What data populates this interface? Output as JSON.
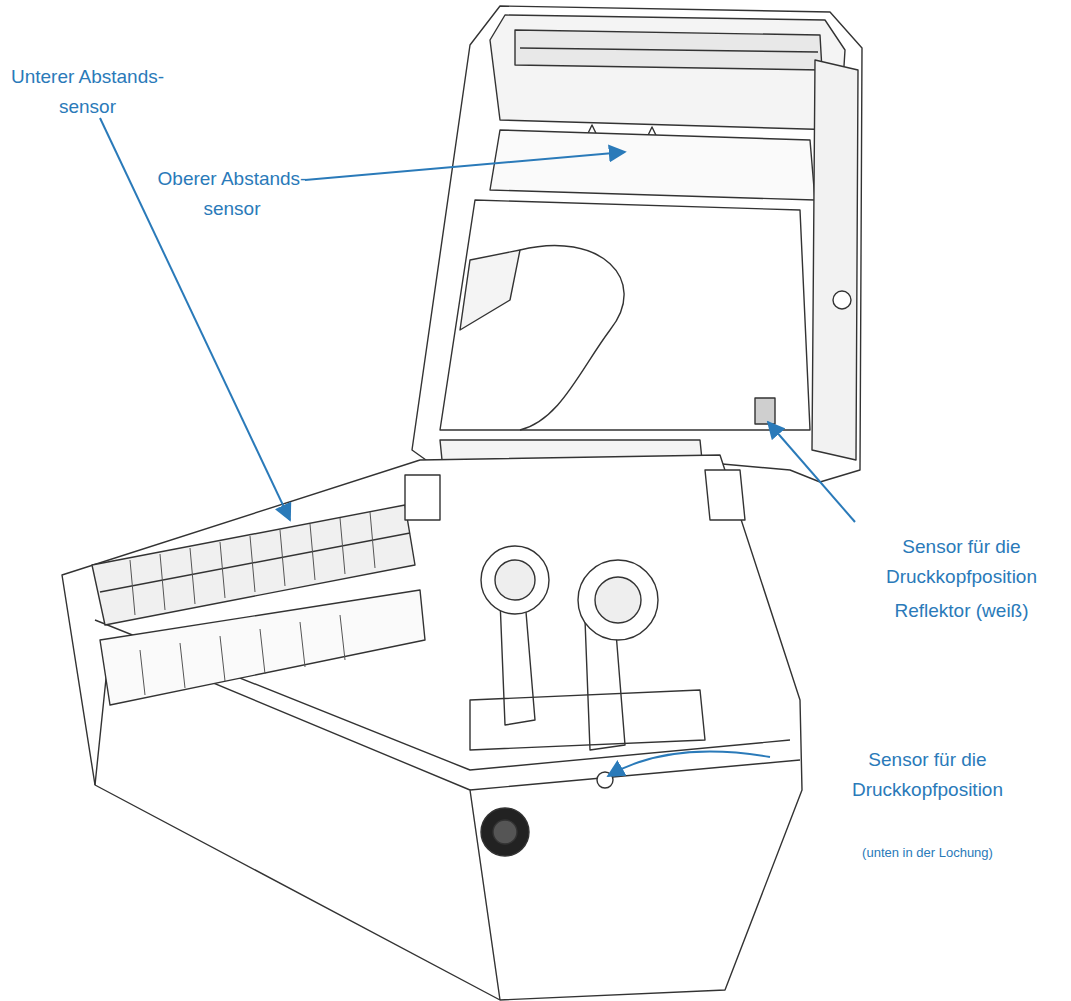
{
  "diagram": {
    "labels": [
      "Oberer Abstands- sensor",
      "Unterer Abstands- sensor",
      "Sensor für die Druckkopfposition",
      "Reflektor (weiß)",
      "Sensor für die Druckkopfposition",
      "(unten in der Lochung)"
    ]
  }
}
